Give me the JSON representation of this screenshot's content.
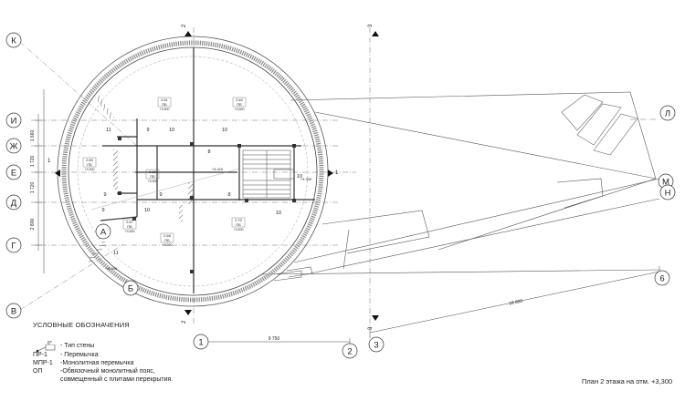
{
  "axes": {
    "rows": [
      "К",
      "И",
      "Ж",
      "Е",
      "Д",
      "Г",
      "В",
      "А",
      "Б",
      "Л",
      "М",
      "Н"
    ],
    "cols": [
      "1",
      "2",
      "3",
      "6"
    ],
    "markers": [
      "1",
      "1",
      "2",
      "2",
      "3",
      "3"
    ]
  },
  "dims": {
    "left": [
      "1 660",
      "1 720",
      "1 720",
      "2 800"
    ],
    "bottom_1_2": "9 750",
    "diag_3_6": "18 800"
  },
  "rooms": {
    "numbers": [
      "11",
      "9",
      "10",
      "10",
      "8",
      "9",
      "10",
      "8",
      "9",
      "9",
      "10",
      "10",
      "11"
    ],
    "tags": [
      {
        "area": "2.61",
        "name": "ПБ",
        "level": "+3.300"
      },
      {
        "area": "2.62",
        "name": "ПБ",
        "level": "+3.300"
      },
      {
        "area": "2.69",
        "name": "ПБ",
        "level": "+3.300"
      },
      {
        "area": "2.66",
        "name": "ПБ",
        "level": "+3.300"
      },
      {
        "area": "2.67",
        "name": "ПБ",
        "level": "+3.300"
      },
      {
        "area": "2.68",
        "name": "ПБ",
        "level": "+3.300"
      },
      {
        "area": "2.70",
        "name": "ПБ",
        "level": "+3.300"
      }
    ],
    "level_marks": [
      "+3.410",
      "+3.300",
      "+3.300"
    ]
  },
  "legend": {
    "title": "УСЛОВНЫЕ ОБОЗНАЧЕНИЯ",
    "wall_tag": "6*",
    "items": [
      {
        "code": "",
        "desc": "- Тип стены"
      },
      {
        "code": "ПР-1",
        "desc": "- Перемычка"
      },
      {
        "code": "МПР-1",
        "desc": "-Монолитная перемычка"
      },
      {
        "code": "ОП",
        "desc": "-Обвязочный монолитный пояс,"
      },
      {
        "code": "",
        "desc": "совмещенный с плитами перекрытия."
      }
    ]
  },
  "caption": "План 2 этажа на отм. +3,300"
}
